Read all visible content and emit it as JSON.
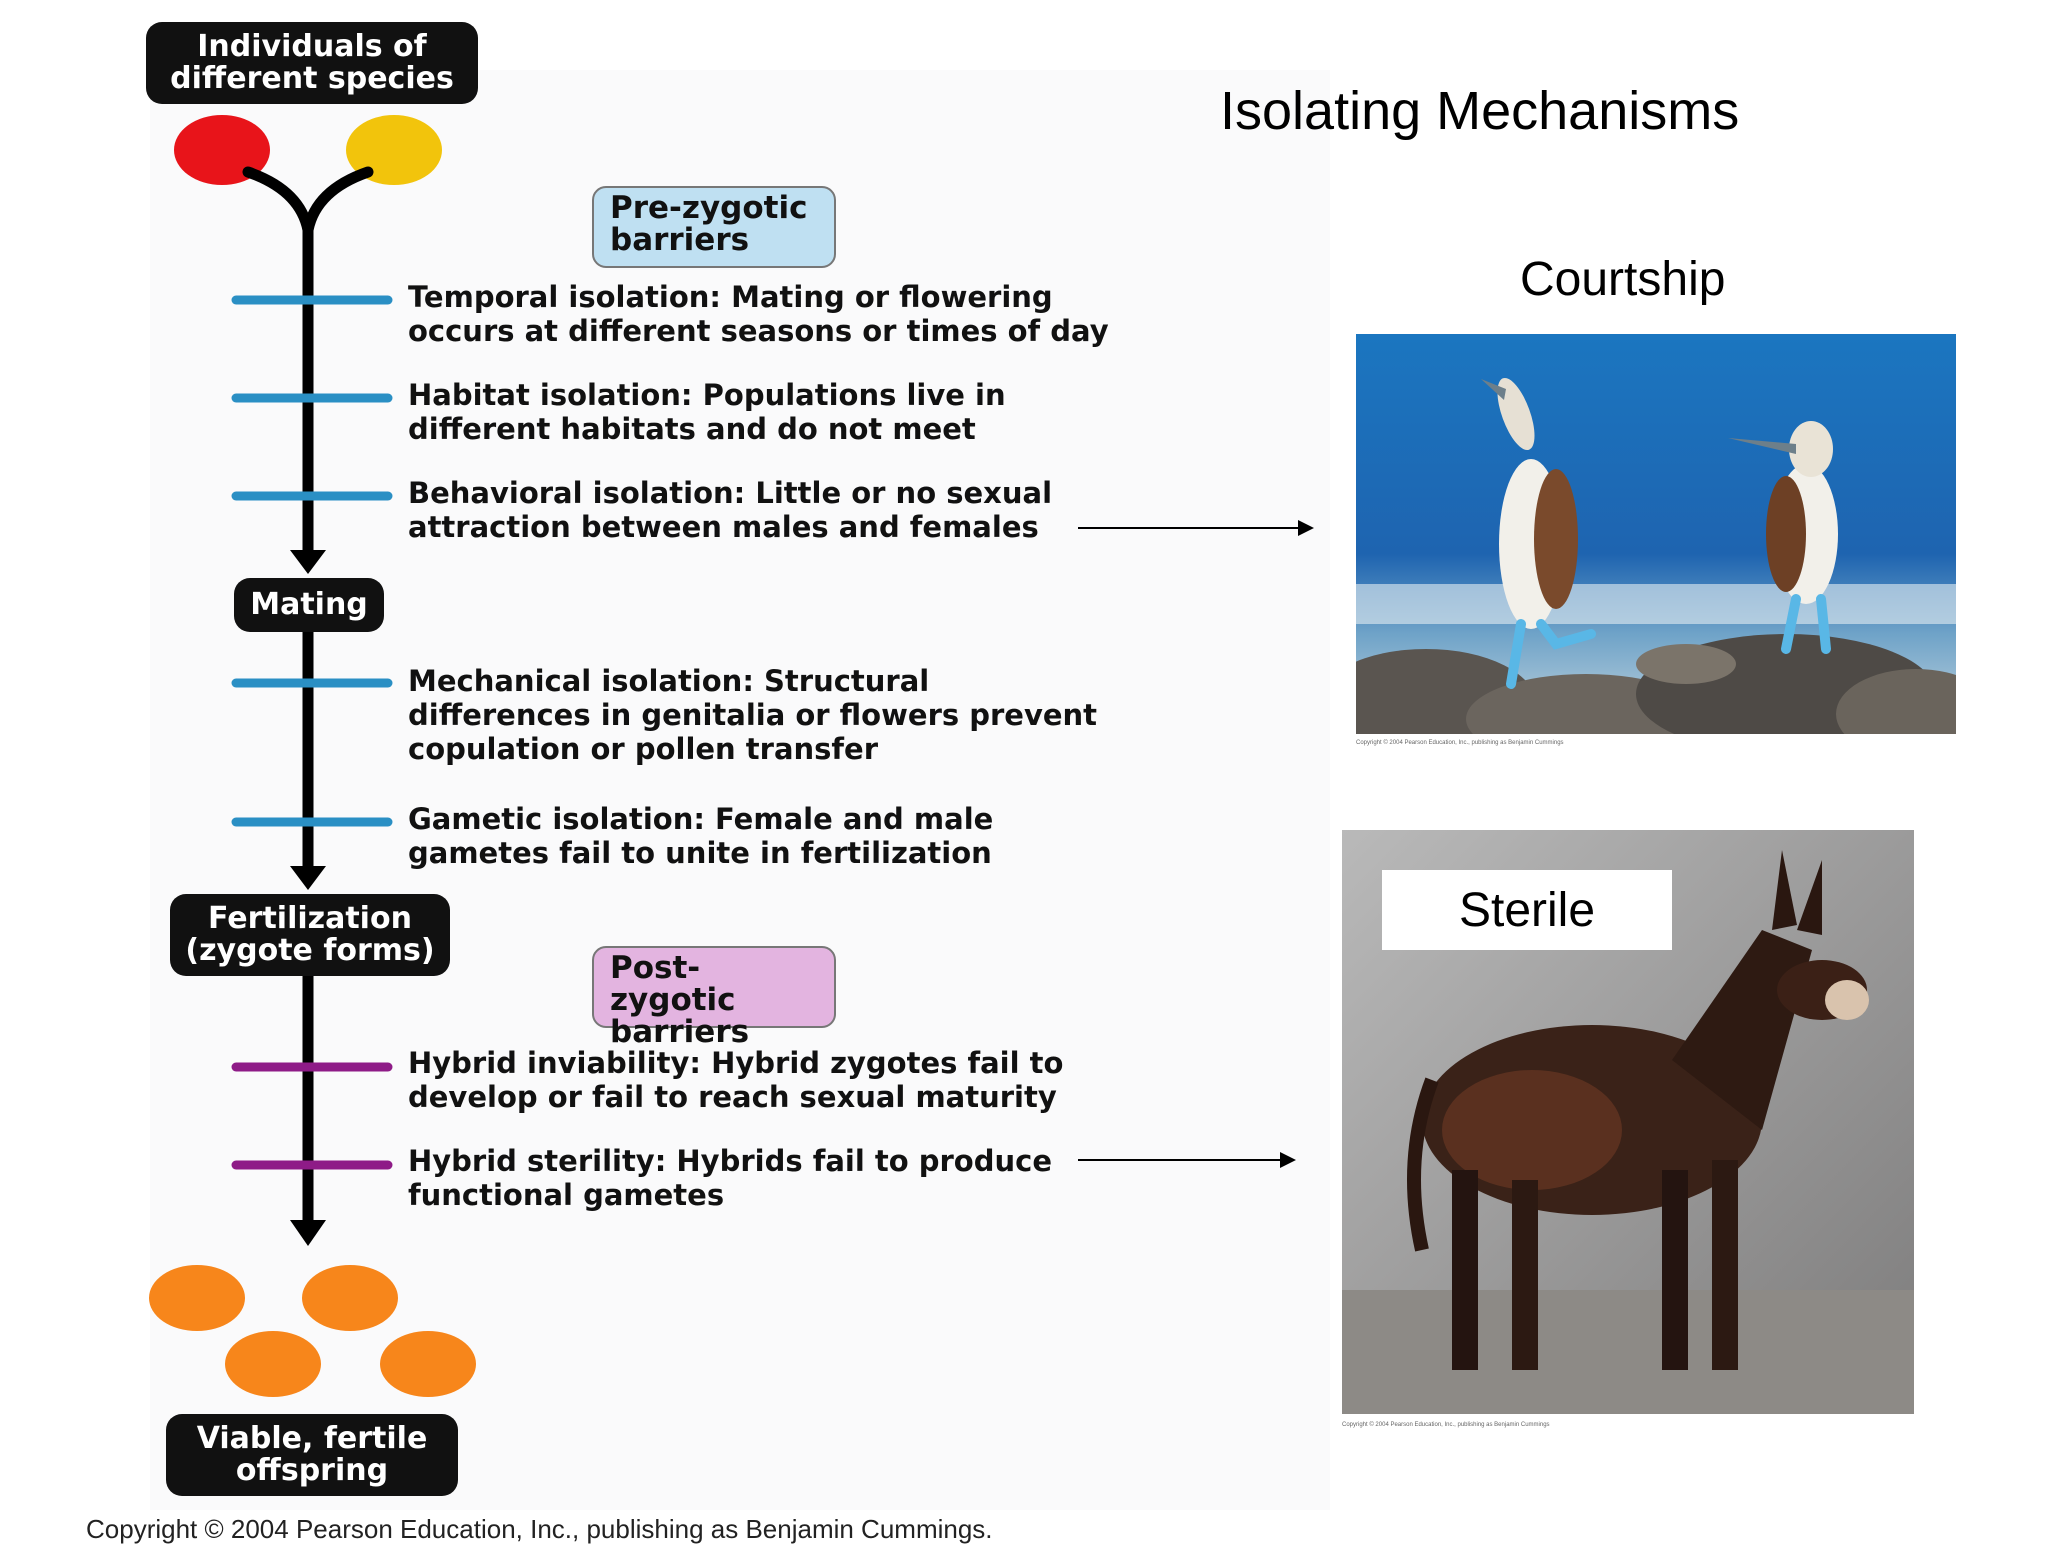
{
  "title": "Isolating Mechanisms",
  "start_node": {
    "line1": "Individuals of",
    "line2": "different species"
  },
  "pre_zygotic": {
    "line1": "Pre-zygotic",
    "line2": "barriers"
  },
  "post_zygotic": {
    "line1": "Post-zygotic",
    "line2": "barriers"
  },
  "mating_node": "Mating",
  "fertilization_node": {
    "line1": "Fertilization",
    "line2": "(zygote forms)"
  },
  "end_node": {
    "line1": "Viable, fertile",
    "line2": "offspring"
  },
  "pre_barriers": [
    {
      "term": "Temporal isolation:",
      "rest": " Mating or flowering",
      "line2": "occurs at different seasons or times of day"
    },
    {
      "term": "Habitat isolation:",
      "rest": " Populations live in",
      "line2": "different habitats and do not meet"
    },
    {
      "term": "Behavioral isolation:",
      "rest": " Little or no sexual",
      "line2": "attraction between males and females"
    },
    {
      "term": "Mechanical isolation:",
      "rest": " Structural",
      "line2": "differences in genitalia or flowers prevent",
      "line3": "copulation or pollen transfer"
    },
    {
      "term": "Gametic isolation:",
      "rest": " Female and male",
      "line2": "gametes fail to unite in fertilization"
    }
  ],
  "post_barriers": [
    {
      "term": "Hybrid inviability:",
      "rest": " Hybrid zygotes fail to",
      "line2": "develop or fail to reach sexual maturity"
    },
    {
      "term": "Hybrid sterility:",
      "rest": " Hybrids fail to produce",
      "line2": "functional gametes"
    }
  ],
  "courtship_label": "Courtship",
  "sterile_label": "Sterile",
  "photo_credit": "Copyright © 2004 Pearson Education, Inc., publishing as Benjamin Cummings",
  "copyright": "Copyright © 2004 Pearson Education, Inc., publishing as Benjamin Cummings.",
  "colors": {
    "species_a": "#e8141a",
    "species_b": "#f2c40c",
    "offspring": "#f7861b",
    "pre_bar": "#2a8fc4",
    "post_bar": "#8e1b87",
    "pre_box": "#bfe0f2",
    "post_box": "#e3b4e0"
  }
}
